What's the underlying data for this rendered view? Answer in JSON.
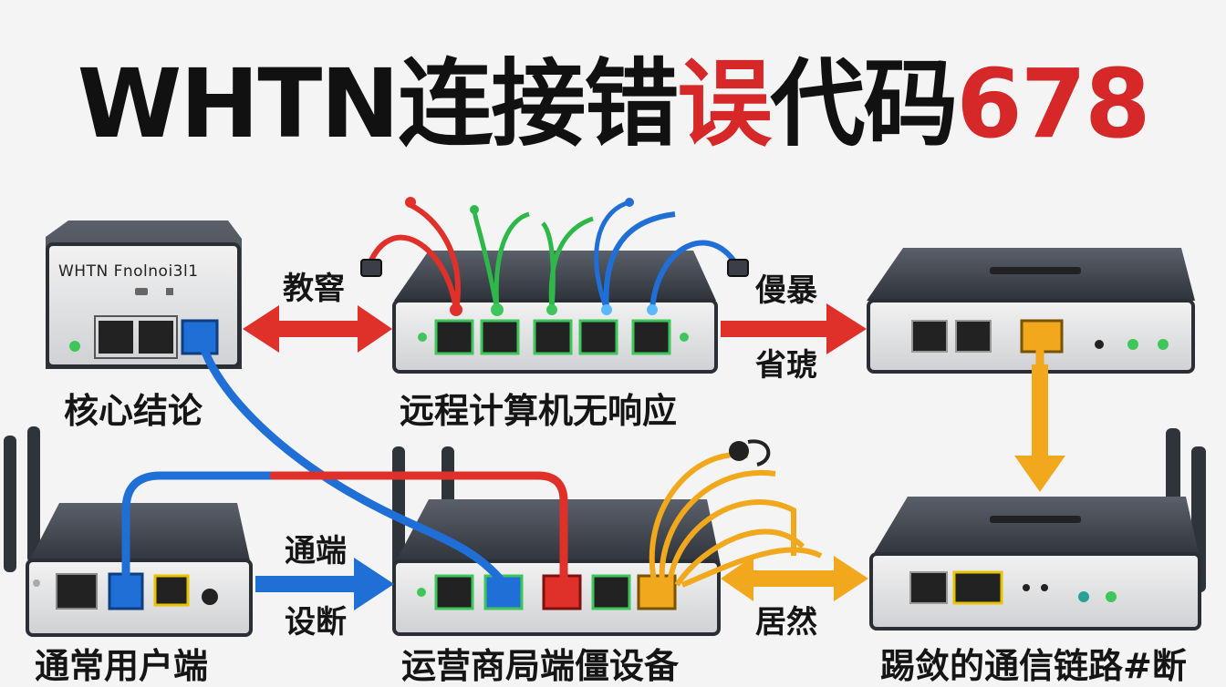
{
  "title": {
    "part1": "WHTN连接错",
    "part2": "误",
    "part3": "代码",
    "part4": "678"
  },
  "device_brand": "WHTN Fnolnoi3l1",
  "nodes": {
    "core": "核心结论",
    "remote": "远程计算机无响应",
    "user": "通常用户端",
    "isp": "运营商局端僵设备",
    "link": "踢敛的通信链路#断"
  },
  "arrow_labels": {
    "a1": "教窨",
    "a2_top": "僈暴",
    "a2_bottom": "省琥",
    "a3_top": "通端",
    "a3_bottom": "设断",
    "a4": "居然"
  },
  "colors": {
    "title_accent": "#d62828",
    "cable_red": "#e0302a",
    "cable_blue": "#1f6fd6",
    "cable_green": "#2eb84a",
    "cable_yellow": "#f2a81d",
    "device_body": "#3a3f47"
  }
}
